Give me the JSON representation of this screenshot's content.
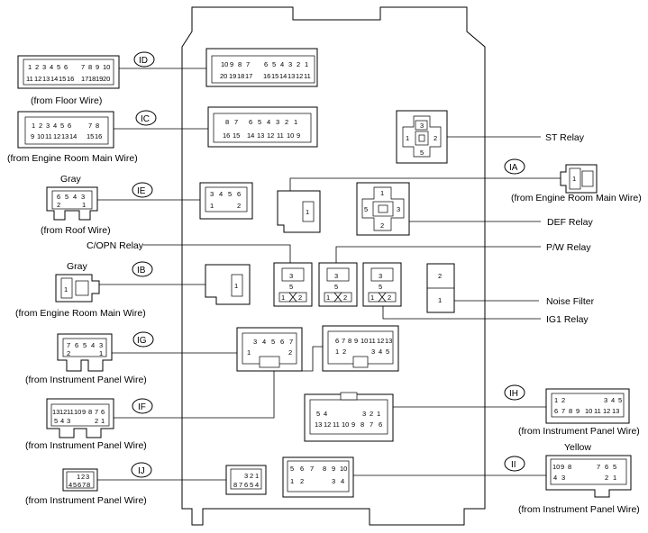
{
  "connectors": {
    "ID": {
      "tag": "ID",
      "source": "(from Floor Wire)",
      "pins_top": [
        "1",
        "2",
        "3",
        "4",
        "5",
        "6",
        "",
        "7",
        "8",
        "9",
        "10"
      ],
      "pins_bottom": [
        "11",
        "12",
        "13",
        "14",
        "15",
        "16",
        "",
        "17",
        "18",
        "19",
        "20"
      ],
      "board_top": [
        "10",
        "9",
        "8",
        "7",
        "",
        "6",
        "5",
        "4",
        "3",
        "2",
        "1"
      ],
      "board_bottom": [
        "20",
        "19",
        "18",
        "17",
        "",
        "16",
        "15",
        "14",
        "13",
        "12",
        "11"
      ]
    },
    "IC": {
      "tag": "IC",
      "source": "(from Engine Room Main Wire)",
      "pins_top": [
        "1",
        "2",
        "3",
        "4",
        "5",
        "6",
        "",
        "7",
        "8"
      ],
      "pins_bottom": [
        "9",
        "10",
        "11",
        "12",
        "13",
        "14",
        "",
        "15",
        "16"
      ],
      "board_top": [
        "8",
        "7",
        "",
        "6",
        "5",
        "4",
        "3",
        "2",
        "1"
      ],
      "board_bottom": [
        "16",
        "15",
        "",
        "14",
        "13",
        "12",
        "11",
        "10",
        "9"
      ]
    },
    "IE": {
      "tag": "IE",
      "color": "Gray",
      "source": "(from Roof Wire)",
      "pins_top": [
        "6",
        "5",
        "4",
        "3"
      ],
      "pins_bottom": [
        "2",
        "1"
      ],
      "board_top": [
        "3",
        "4",
        "5",
        "6"
      ],
      "board_bottom": [
        "1",
        "2"
      ]
    },
    "IA": {
      "tag": "IA",
      "source": "(from Engine Room Main Wire)",
      "pin": "1",
      "board_pin": "1"
    },
    "IB": {
      "tag": "IB",
      "color": "Gray",
      "source": "(from Engine Room Main Wire)",
      "pin": "1",
      "board_pin": "1"
    },
    "IG": {
      "tag": "IG",
      "source": "(from Instrument Panel Wire)",
      "pins_top": [
        "7",
        "6",
        "5",
        "4",
        "3"
      ],
      "pins_bottom": [
        "2",
        "1"
      ],
      "board_top": [
        "3",
        "4",
        "5",
        "6",
        "7"
      ],
      "board_bottom": [
        "1",
        "2"
      ]
    },
    "IF": {
      "tag": "IF",
      "source": "(from Instrument Panel Wire)",
      "pins_top": [
        "13",
        "12",
        "11",
        "10",
        "9",
        "8",
        "7",
        "6"
      ],
      "pins_bottom": [
        "5",
        "4",
        "3",
        "2",
        "1"
      ],
      "board_top": [
        "6",
        "7",
        "8",
        "9",
        "10",
        "11",
        "12",
        "13"
      ],
      "board_bottom": [
        "1",
        "2",
        "3",
        "4",
        "5"
      ]
    },
    "IH": {
      "tag": "IH",
      "source": "(from Instrument Panel Wire)",
      "pins_top": [
        "1",
        "2",
        "3",
        "4",
        "5"
      ],
      "pins_bottom": [
        "6",
        "7",
        "8",
        "9",
        "10",
        "11",
        "12",
        "13"
      ],
      "board_top": [
        "5",
        "4",
        "3",
        "2",
        "1"
      ],
      "board_bottom": [
        "13",
        "12",
        "11",
        "10",
        "9",
        "8",
        "7",
        "6"
      ]
    },
    "II": {
      "tag": "II",
      "color": "Yellow",
      "source": "(from Instrument Panel Wire)",
      "pins_top": [
        "10",
        "9",
        "8",
        "7",
        "6",
        "5"
      ],
      "pins_bottom": [
        "4",
        "3",
        "2",
        "1"
      ],
      "board_top": [
        "5",
        "6",
        "7",
        "8",
        "9",
        "10"
      ],
      "board_bottom": [
        "1",
        "2",
        "3",
        "4"
      ]
    },
    "IJ": {
      "tag": "IJ",
      "source": "(from Instrument Panel Wire)",
      "pins_top": [
        "1",
        "2",
        "3"
      ],
      "pins_bottom": [
        "4",
        "5",
        "6",
        "7",
        "8"
      ],
      "board_top": [
        "3",
        "2",
        "1"
      ],
      "board_bottom": [
        "8",
        "7",
        "6",
        "5",
        "4"
      ]
    }
  },
  "relays": {
    "st": {
      "label": "ST Relay",
      "pins": [
        "3",
        "1",
        "2",
        "5"
      ]
    },
    "def": {
      "label": "DEF Relay",
      "pins": [
        "1",
        "5",
        "3",
        "2"
      ]
    },
    "copn": {
      "label": "C/OPN Relay",
      "pins": [
        "3",
        "5",
        "1",
        "2"
      ]
    },
    "pw": {
      "label": "P/W Relay",
      "pins": [
        "3",
        "5",
        "1",
        "2"
      ]
    },
    "ig1": {
      "label": "IG1 Relay",
      "pins": [
        "3",
        "5",
        "1",
        "2"
      ]
    }
  },
  "noise_filter": {
    "label": "Noise Filter",
    "pins": [
      "2",
      "1"
    ]
  },
  "colors": {
    "line": "#000000",
    "background": "#ffffff"
  }
}
